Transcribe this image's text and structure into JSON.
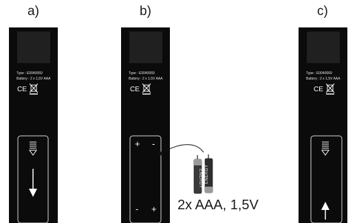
{
  "panels": [
    {
      "label": "a)",
      "type_text": "Type : E0040069",
      "battery_text": "Battery : 2 x 1,5V  AAA",
      "ce": "CE",
      "state": "closed",
      "arrow": "down"
    },
    {
      "label": "b)",
      "type_text": "Type : E0040069",
      "battery_text": "Battery : 2 x 1,5V  AAA",
      "ce": "CE",
      "state": "open"
    },
    {
      "label": "c)",
      "type_text": "Type : E0040069",
      "battery_text": "Battery : 2 x 1,5V  AAA",
      "ce": "CE",
      "state": "closed",
      "arrow": "up"
    }
  ],
  "compartment": {
    "signs": [
      "+",
      "-",
      "-",
      "+"
    ]
  },
  "batteries": {
    "brand": "ENERGY",
    "caption": "2x AAA, 1,5V",
    "count": 2
  },
  "colors": {
    "device": "#0b0b0b",
    "screen": "#202020",
    "outline": "#d8d8d8",
    "battery_body": "#3a3a3a"
  }
}
